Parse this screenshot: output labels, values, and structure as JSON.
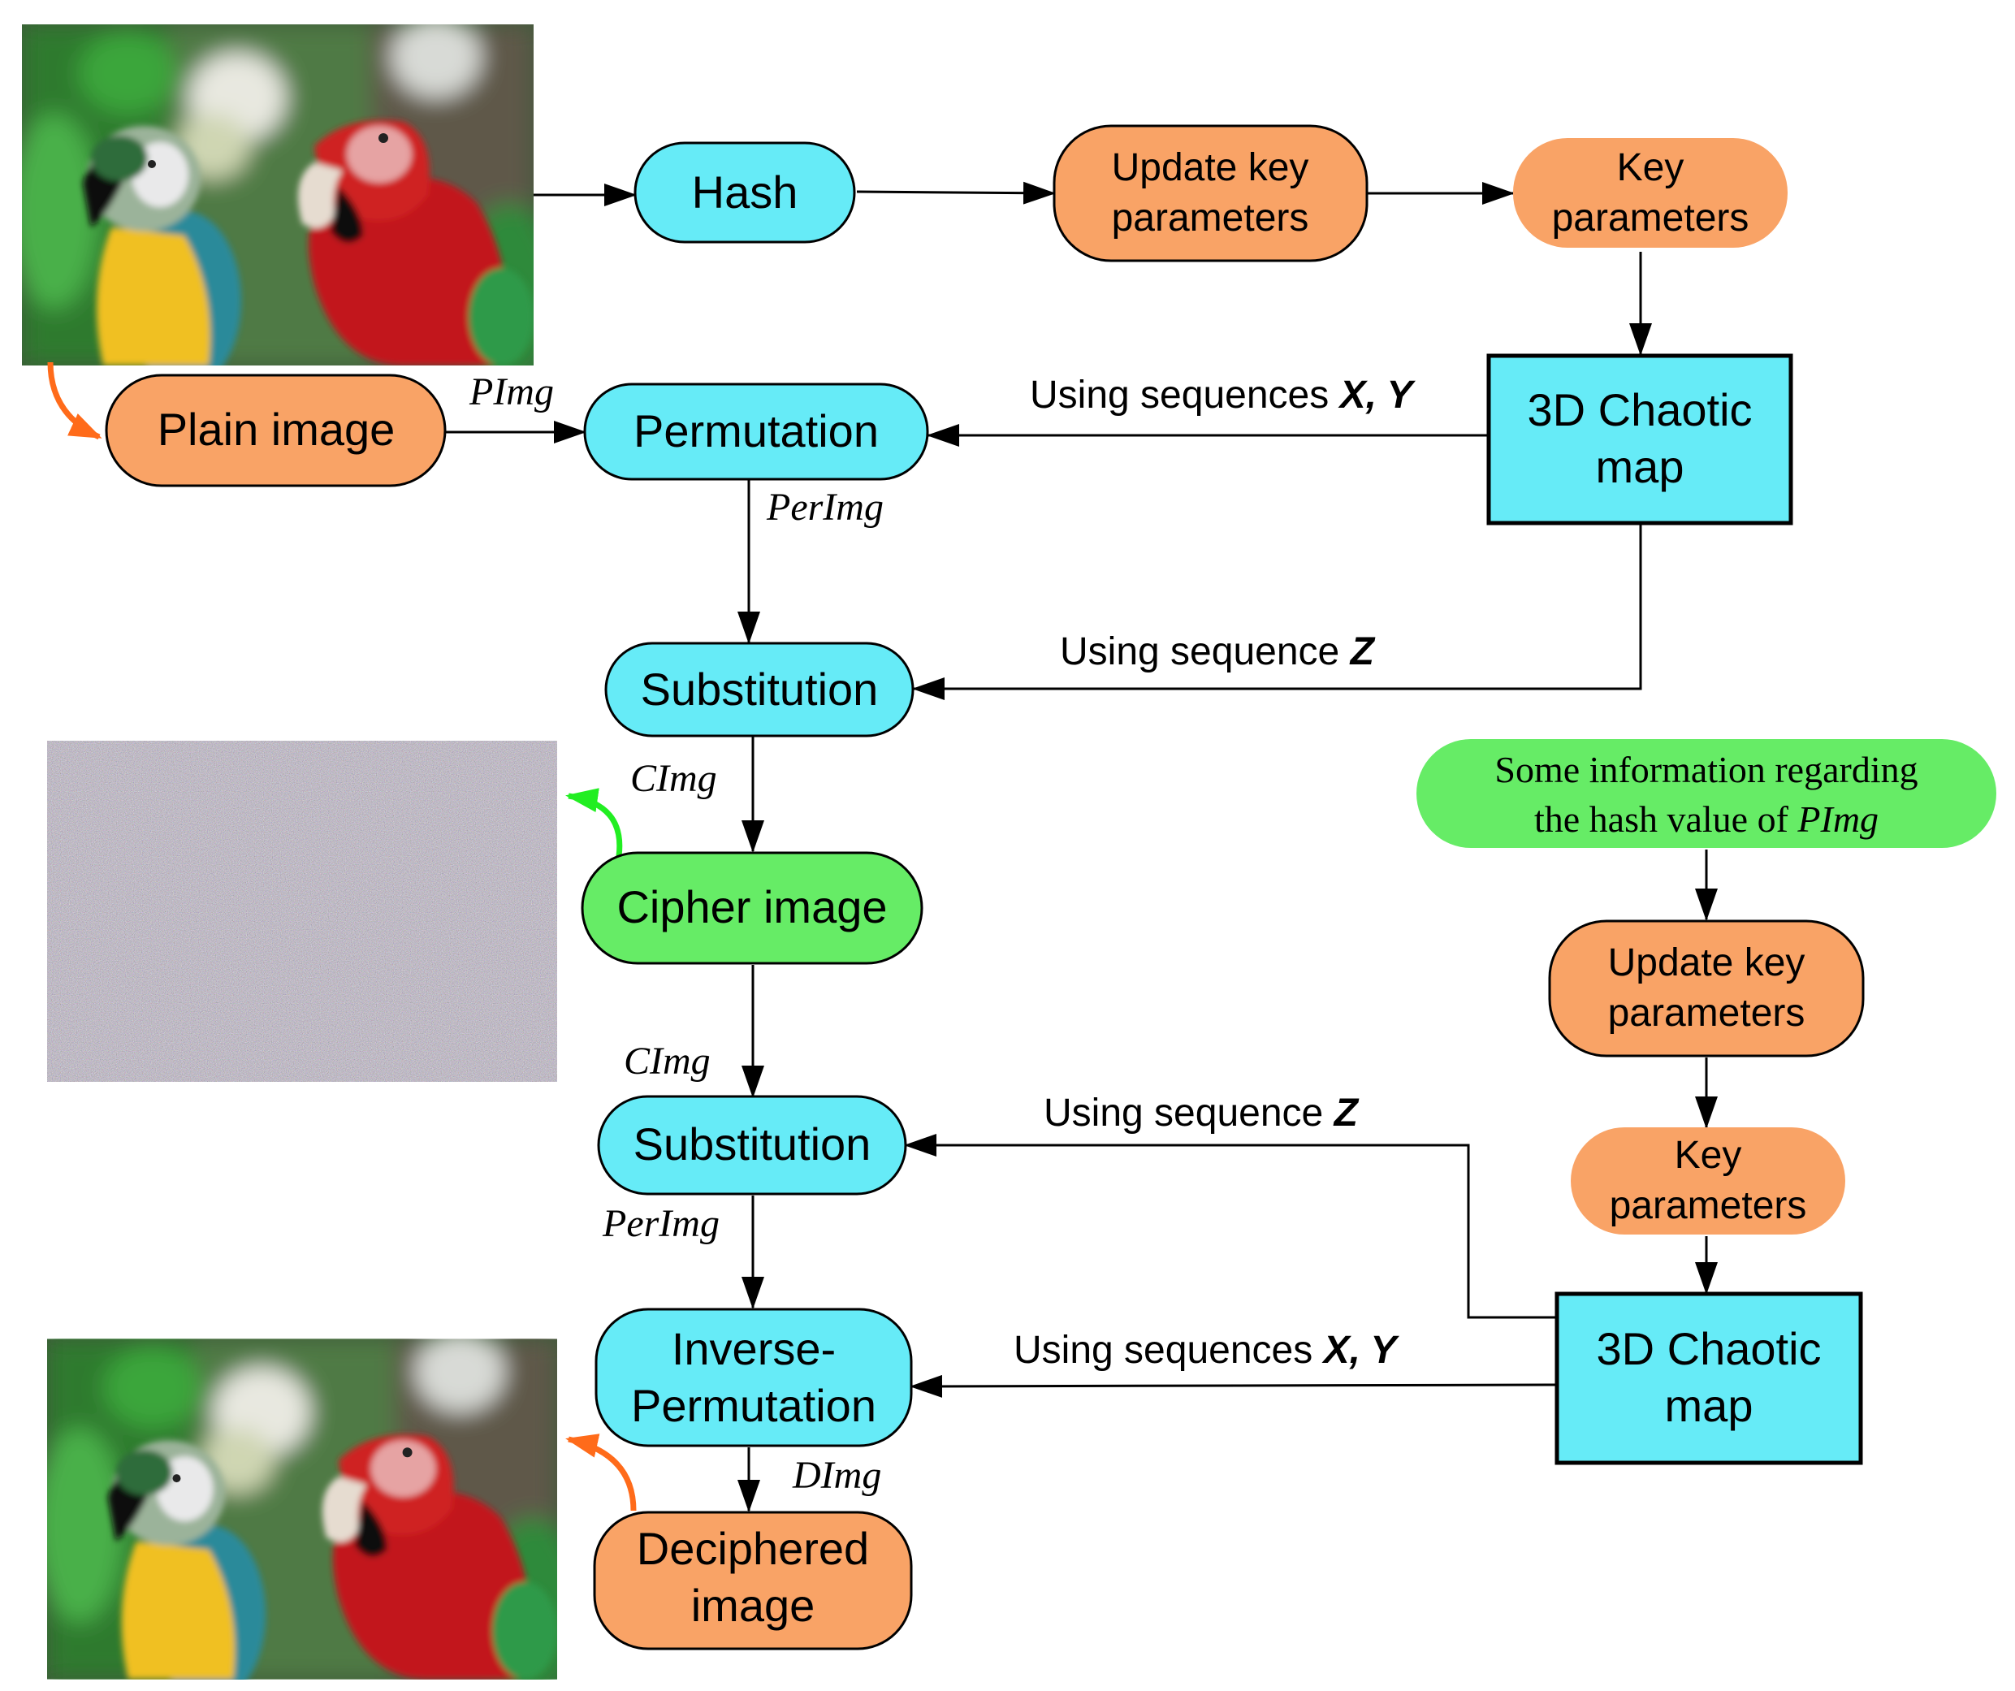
{
  "colors": {
    "cyan": "#66ebf7",
    "orange": "#f9a366",
    "green": "#66ec66",
    "orange_arrow": "#ff6b1a",
    "green_arrow": "#22ee22"
  },
  "encryption": {
    "hash": "Hash",
    "update_key": [
      "Update key",
      "parameters"
    ],
    "key_params": [
      "Key",
      "parameters"
    ],
    "chaotic_map": [
      "3D Chaotic",
      "map"
    ],
    "plain_image": "Plain image",
    "permutation": "Permutation",
    "substitution": "Substitution",
    "cipher_image": "Cipher image"
  },
  "decryption": {
    "info": [
      "Some information regarding",
      "the hash value of "
    ],
    "info_var": "PImg",
    "update_key": [
      "Update key",
      "parameters"
    ],
    "key_params": [
      "Key",
      "parameters"
    ],
    "chaotic_map": [
      "3D Chaotic",
      "map"
    ],
    "substitution": "Substitution",
    "inverse_permutation": [
      "Inverse-",
      "Permutation"
    ],
    "deciphered_image": [
      "Deciphered",
      "image"
    ]
  },
  "edge_labels": {
    "pimg": "PImg",
    "perimg": "PerImg",
    "cimg": "CImg",
    "dimg": "DImg",
    "using_sequences": "Using sequences ",
    "xy": "X, Y",
    "using_sequence": "Using sequence ",
    "z": "Z"
  },
  "images": {
    "plain": "parrots-photo",
    "cipher": "noise-image",
    "deciphered": "parrots-photo"
  }
}
